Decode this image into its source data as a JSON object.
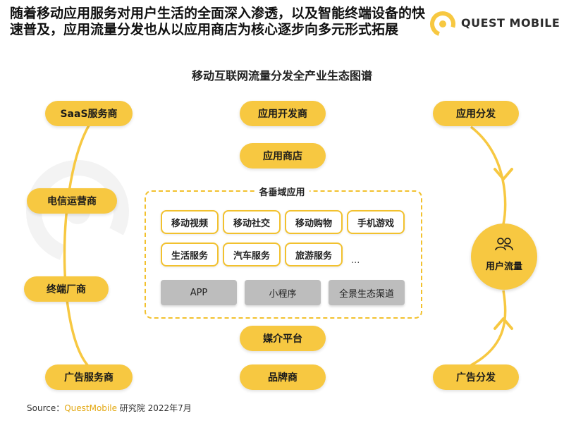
{
  "header": {
    "headline": "随着移动应用服务对用户生活的全面深入渗透，以及智能终端设备的快速普及，应用流量分发也从以应用商店为核心逐步向多元形式拓展",
    "logo_text": "QUEST MOBILE"
  },
  "diagram": {
    "title": "移动互联网流量分发全产业生态图谱",
    "left_column": [
      "SaaS服务商",
      "电信运营商",
      "终端厂商",
      "广告服务商"
    ],
    "center_top": [
      "应用开发商",
      "应用商店"
    ],
    "center_bottom": [
      "媒介平台",
      "品牌商"
    ],
    "box": {
      "title": "各垂域应用",
      "apps_row1": [
        "移动视频",
        "移动社交",
        "移动购物",
        "手机游戏"
      ],
      "apps_row2": [
        "生活服务",
        "汽车服务",
        "旅游服务"
      ],
      "ellipsis": "...",
      "channels": [
        "APP",
        "小程序",
        "全景生态渠道"
      ]
    },
    "right_column": {
      "top": "应用分发",
      "center": "用户流量",
      "bottom": "广告分发"
    }
  },
  "footer": {
    "source_label": "Source：",
    "source_brand": "QuestMobile",
    "source_rest": " 研究院 2022年7月"
  },
  "colors": {
    "accent": "#f7c841",
    "dashed_border": "#f2c12e",
    "channel_gray": "#bdbdbd"
  }
}
